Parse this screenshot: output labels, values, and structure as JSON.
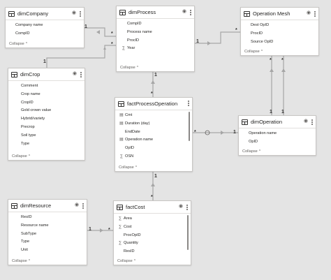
{
  "tables": {
    "dimCompany": {
      "title": "dimCompany",
      "fields": [
        "Company name",
        "CompID"
      ],
      "collapse_label": "Collapse"
    },
    "dimProcess": {
      "title": "dimProcess",
      "fields": [
        "CompID",
        "Process name",
        "ProcID",
        "Year"
      ],
      "collapse_label": "Collapse"
    },
    "operationMesh": {
      "title": "Operation Mesh",
      "fields": [
        "Dest OpID",
        "ProcID",
        "Source OpID"
      ],
      "collapse_label": "Collapse"
    },
    "dimCrop": {
      "title": "dimCrop",
      "fields": [
        "Comment",
        "Crop name",
        "CropID",
        "Gold crown value",
        "Hybrid/variety",
        "Precrop",
        "Soil type",
        "Type"
      ],
      "collapse_label": "Collapse"
    },
    "factProcessOperation": {
      "title": "factProcessOperation",
      "fields": [
        "Cmt",
        "Duration (day)",
        "EndDate",
        "Operation name",
        "OpID",
        "OSN"
      ],
      "collapse_label": "Collapse"
    },
    "dimOperation": {
      "title": "dimOperation",
      "fields": [
        "Operation name",
        "OpID"
      ],
      "collapse_label": "Collapse"
    },
    "dimResource": {
      "title": "dimResource",
      "fields": [
        "ResID",
        "Resource name",
        "SubType",
        "Type",
        "Unit"
      ],
      "collapse_label": "Collapse"
    },
    "factCost": {
      "title": "factCost",
      "fields": [
        "Area",
        "Cost",
        "ProcOpID",
        "Quantity",
        "ResID"
      ],
      "collapse_label": "Collapse"
    }
  },
  "relationships": {
    "one": "1",
    "many": "*"
  },
  "icons": {
    "table": "table-icon",
    "visibility": "eye-icon",
    "more": "more-options-icon",
    "sum": "sum-icon",
    "calendar": "calendar-icon",
    "hierarchy": "hierarchy-icon",
    "collapse": "chevron-up-icon"
  },
  "colors": {
    "canvas": "#e4e4e4",
    "card": "#ffffff",
    "connector": "#a6a6a6"
  }
}
